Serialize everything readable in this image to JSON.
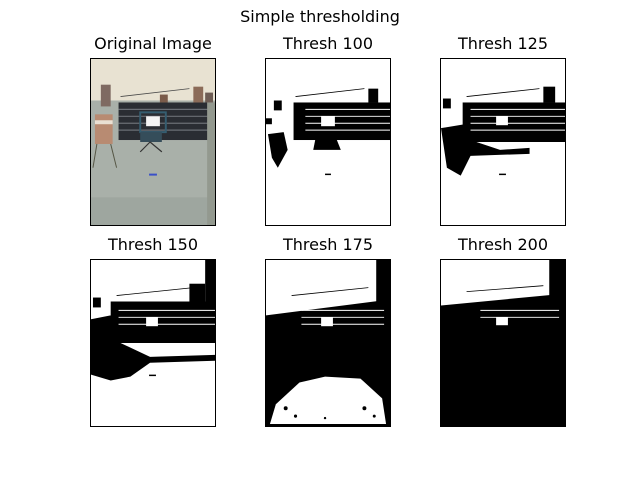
{
  "figure": {
    "suptitle": "Simple thresholding"
  },
  "panels": [
    {
      "title": "Original Image",
      "threshold": null
    },
    {
      "title": "Thresh 100",
      "threshold": 100
    },
    {
      "title": "Thresh 125",
      "threshold": 125
    },
    {
      "title": "Thresh 150",
      "threshold": 150
    },
    {
      "title": "Thresh 175",
      "threshold": 175
    },
    {
      "title": "Thresh 200",
      "threshold": 200
    }
  ]
}
